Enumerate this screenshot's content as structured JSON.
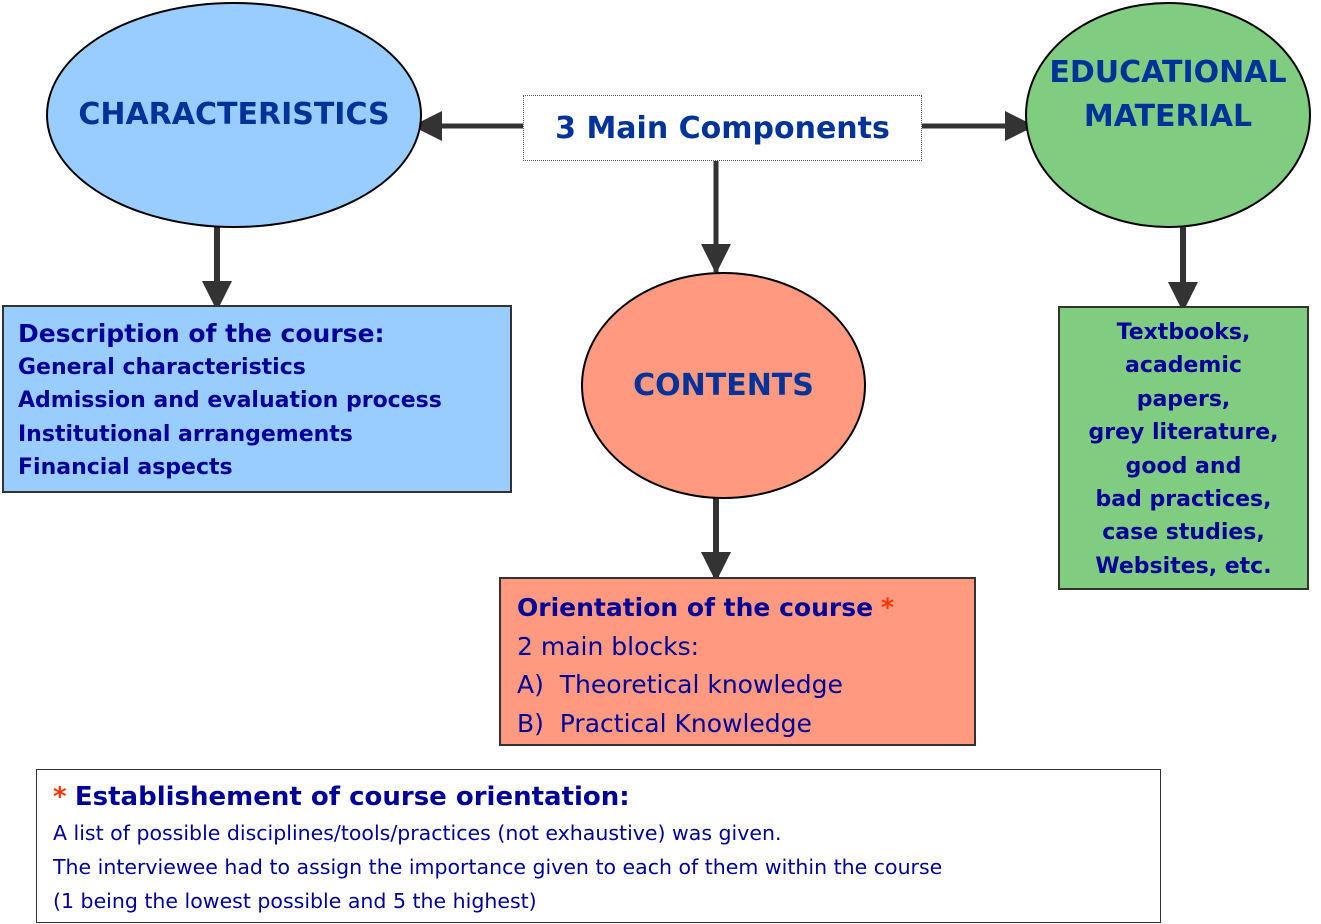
{
  "center": {
    "title": "3 Main Components"
  },
  "characteristics": {
    "title": "CHARACTERISTICS",
    "box_heading": "Description of the course:",
    "items": [
      "General characteristics",
      "Admission and evaluation process",
      "Institutional arrangements",
      "Financial aspects"
    ]
  },
  "contents": {
    "title": "CONTENTS",
    "box_heading": "Orientation of the course",
    "star": "*",
    "lines": [
      "2 main blocks:",
      "A)  Theoretical knowledge",
      "B)  Practical Knowledge"
    ]
  },
  "educational": {
    "title_lines": [
      "EDUCATIONAL",
      "MATERIAL"
    ],
    "items": [
      "Textbooks,",
      "academic",
      "papers,",
      "grey literature,",
      "good and",
      "bad practices,",
      "case studies,",
      "Websites, etc."
    ]
  },
  "footnote": {
    "star": "*",
    "heading": "Establishement of course orientation:",
    "lines": [
      "A list of possible disciplines/tools/practices (not exhaustive) was given.",
      "The interviewee had to assign the importance given to each of them within the course",
      "(1 being the lowest possible and 5 the highest)"
    ]
  },
  "colors": {
    "blue": "#99ccff",
    "salmon": "#ff9980",
    "green": "#80cc80",
    "title": "#003399",
    "text": "#000099",
    "star": "#ff3300"
  }
}
